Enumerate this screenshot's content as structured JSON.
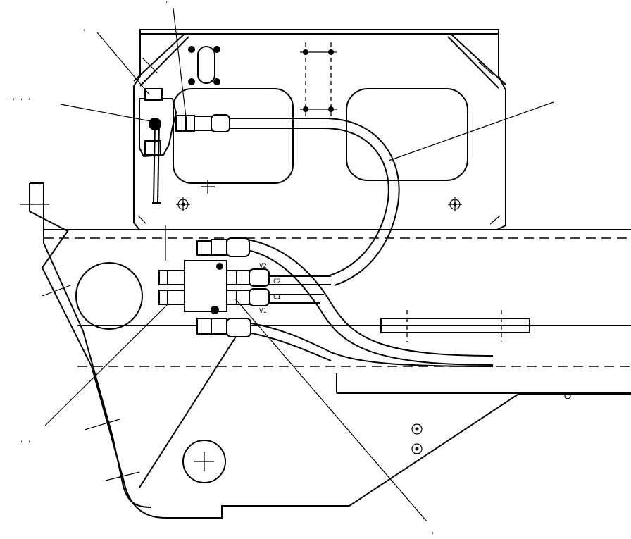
{
  "port_labels": {
    "v2": "V2",
    "c2": "C2",
    "c1": "C1",
    "v1": "V1"
  },
  "callout_marks": {
    "top_a": "'",
    "top_b": "'",
    "left": "' ' ' '",
    "bottom_left": "' '",
    "bottom": "'"
  }
}
